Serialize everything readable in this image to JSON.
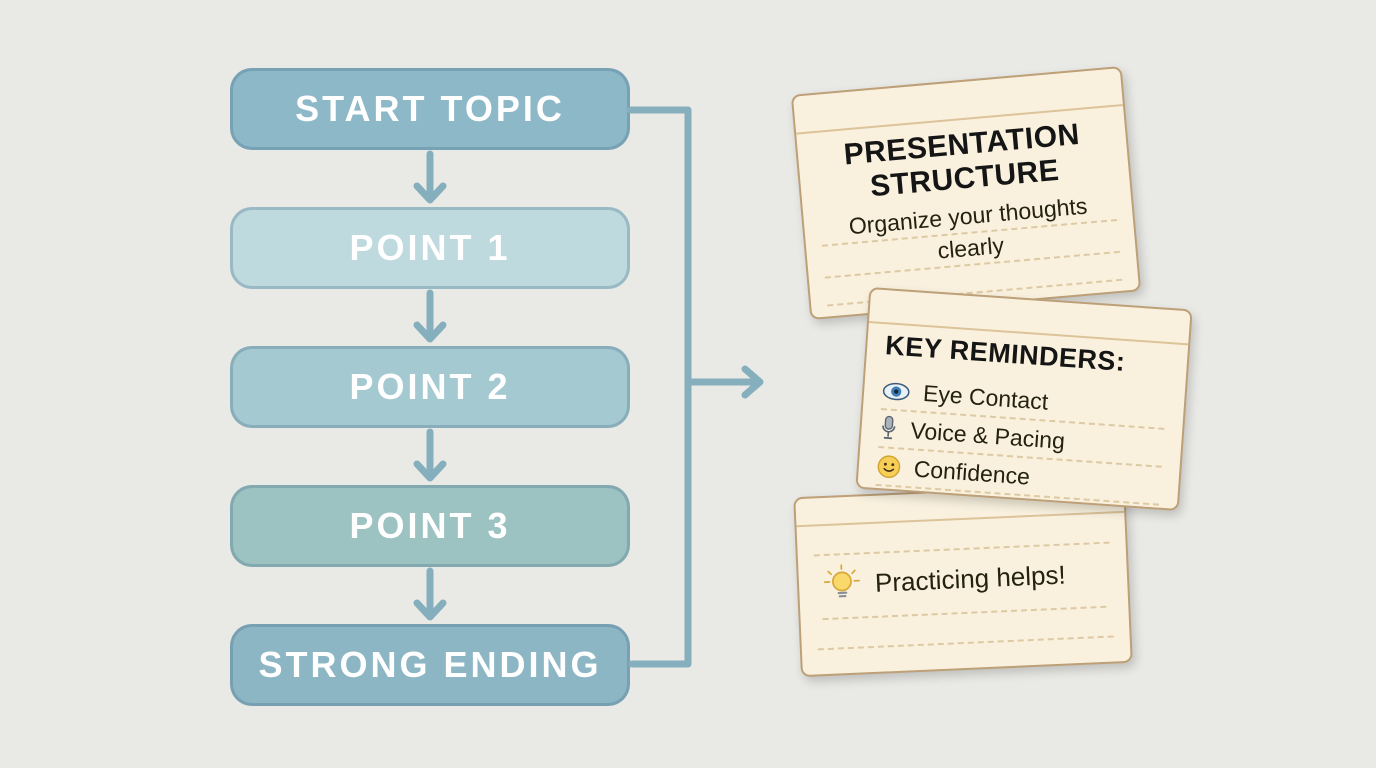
{
  "flowchart": {
    "nodes": [
      {
        "id": "start-topic",
        "label": "START TOPIC",
        "color": "#8db8c8"
      },
      {
        "id": "point-1",
        "label": "POINT 1",
        "color": "#bedadf"
      },
      {
        "id": "point-2",
        "label": "POINT 2",
        "color": "#a5c9d1"
      },
      {
        "id": "point-3",
        "label": "POINT 3",
        "color": "#9cc2c2"
      },
      {
        "id": "strong-ending",
        "label": "STRONG ENDING",
        "color": "#8db6c5"
      }
    ],
    "arrow_color": "#86afbe"
  },
  "cards": {
    "structure": {
      "title": "PRESENTATION STRUCTURE",
      "body": "Organize your thoughts clearly"
    },
    "reminders": {
      "title": "KEY REMINDERS:",
      "items": [
        {
          "icon": "eye-icon",
          "label": "Eye Contact"
        },
        {
          "icon": "microphone-icon",
          "label": "Voice & Pacing"
        },
        {
          "icon": "smiley-icon",
          "label": "Confidence"
        }
      ]
    },
    "practice": {
      "icon": "lightbulb-icon",
      "text": "Practicing helps!"
    }
  }
}
